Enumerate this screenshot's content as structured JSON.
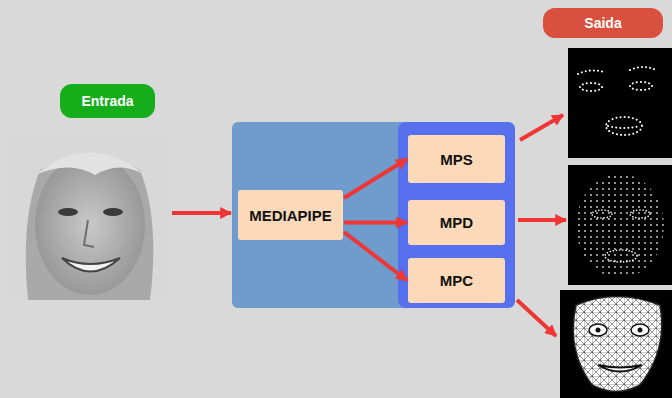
{
  "diagram": {
    "nodes": [
      {
        "text": [
          "Entrada"
        ]
      },
      {
        "text": [
          "MEDIAPIPE"
        ]
      },
      {
        "text": [
          "MPS"
        ]
      },
      {
        "text": [
          "MPD"
        ]
      },
      {
        "text": [
          "MPC"
        ]
      },
      {
        "text": [
          "Saida"
        ]
      }
    ],
    "edges": [
      {
        "from": 1,
        "to": 2,
        "arrow": "to"
      },
      {
        "from": 1,
        "to": 3,
        "arrow": "to"
      },
      {
        "from": 1,
        "to": 4,
        "arrow": "to"
      }
    ]
  }
}
